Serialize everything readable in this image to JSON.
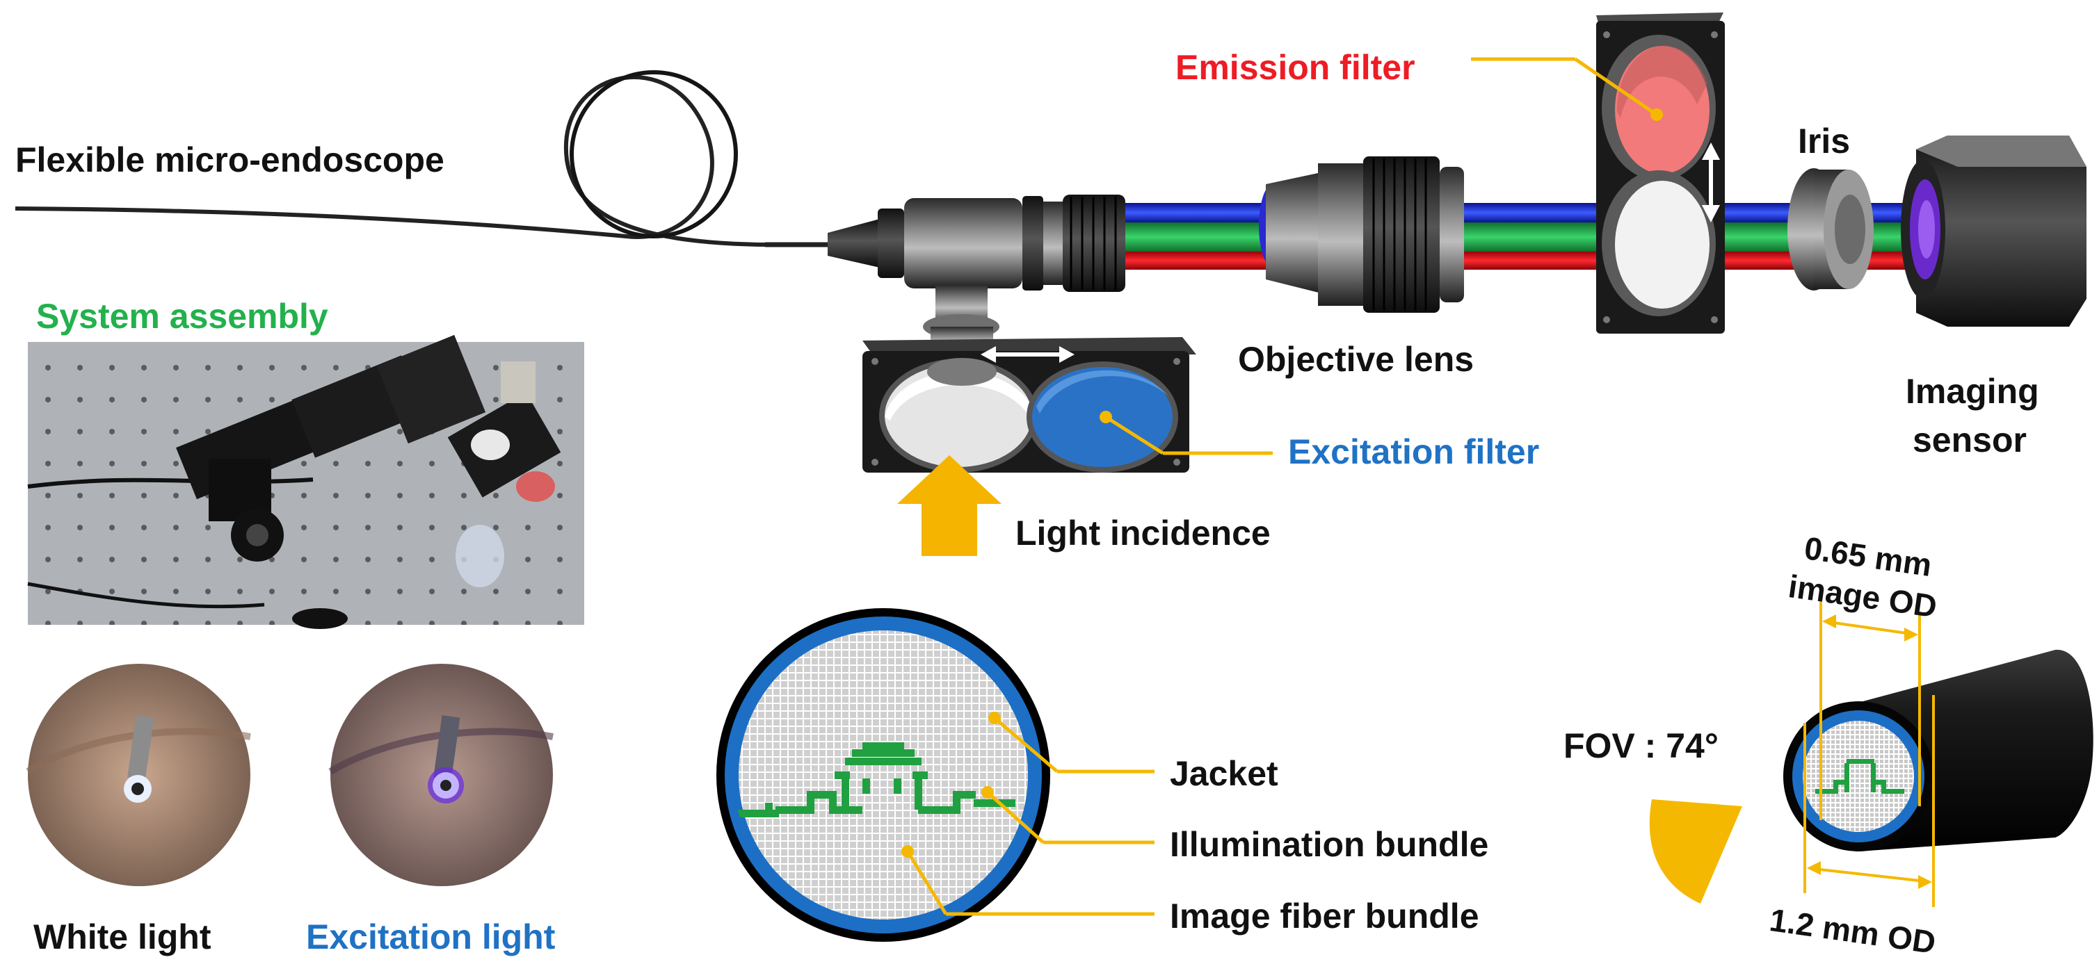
{
  "labels": {
    "flexible_endoscope": "Flexible micro-endoscope",
    "system_assembly": "System assembly",
    "emission_filter": "Emission filter",
    "iris": "Iris",
    "objective_lens": "Objective lens",
    "imaging_sensor_line1": "Imaging",
    "imaging_sensor_line2": "sensor",
    "excitation_filter": "Excitation filter",
    "light_incidence": "Light incidence",
    "white_light": "White light",
    "excitation_light": "Excitation light",
    "jacket": "Jacket",
    "illumination_bundle": "Illumination bundle",
    "image_fiber_bundle": "Image fiber bundle",
    "fov": "FOV : 74°",
    "image_od_line1": "0.65 mm",
    "image_od_line2": "image OD",
    "outer_od": "1.2 mm OD"
  },
  "colors": {
    "label_text": "#111111",
    "system_assembly": "#22b14c",
    "emission_filter": "#ee1c24",
    "excitation_blue": "#1f72c4",
    "leader_yellow": "#f5b800",
    "beam_red": "#e8101a",
    "beam_green": "#1faa4a",
    "beam_blue": "#1530e0",
    "jacket_blue": "#1c6fc4",
    "emission_pink": "#f27a7a",
    "fiber_pattern_green": "#20a040"
  },
  "icons": {
    "arrow_up": "light-incidence-arrow-icon",
    "double_arrow": "slider-double-arrow-icon"
  }
}
